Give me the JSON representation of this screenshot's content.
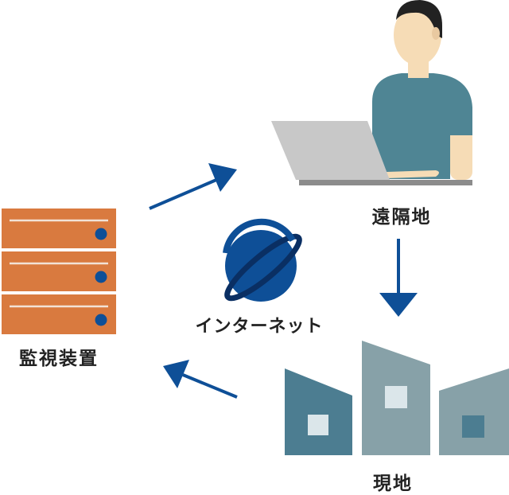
{
  "labels": {
    "monitoring_device": "監視装置",
    "remote_location": "遠隔地",
    "internet": "インターネット",
    "site": "現地"
  },
  "icons": {
    "server": "server-rack-icon",
    "person": "person-at-laptop-icon",
    "internet": "planet-icon",
    "buildings": "buildings-icon"
  },
  "colors": {
    "server": "#d97a3f",
    "server_line": "#f2e2d6",
    "accent_blue": "#0e4f97",
    "globe_ring": "#0a2f63",
    "shirt": "#4f8594",
    "skin": "#f6dcb6",
    "hair": "#222222",
    "laptop": "#c8c8c8",
    "laptop_base": "#8c8c8c",
    "building_dark": "#4c7d91",
    "building_mid": "#87a1a8",
    "window_light": "#dbe6ea"
  }
}
